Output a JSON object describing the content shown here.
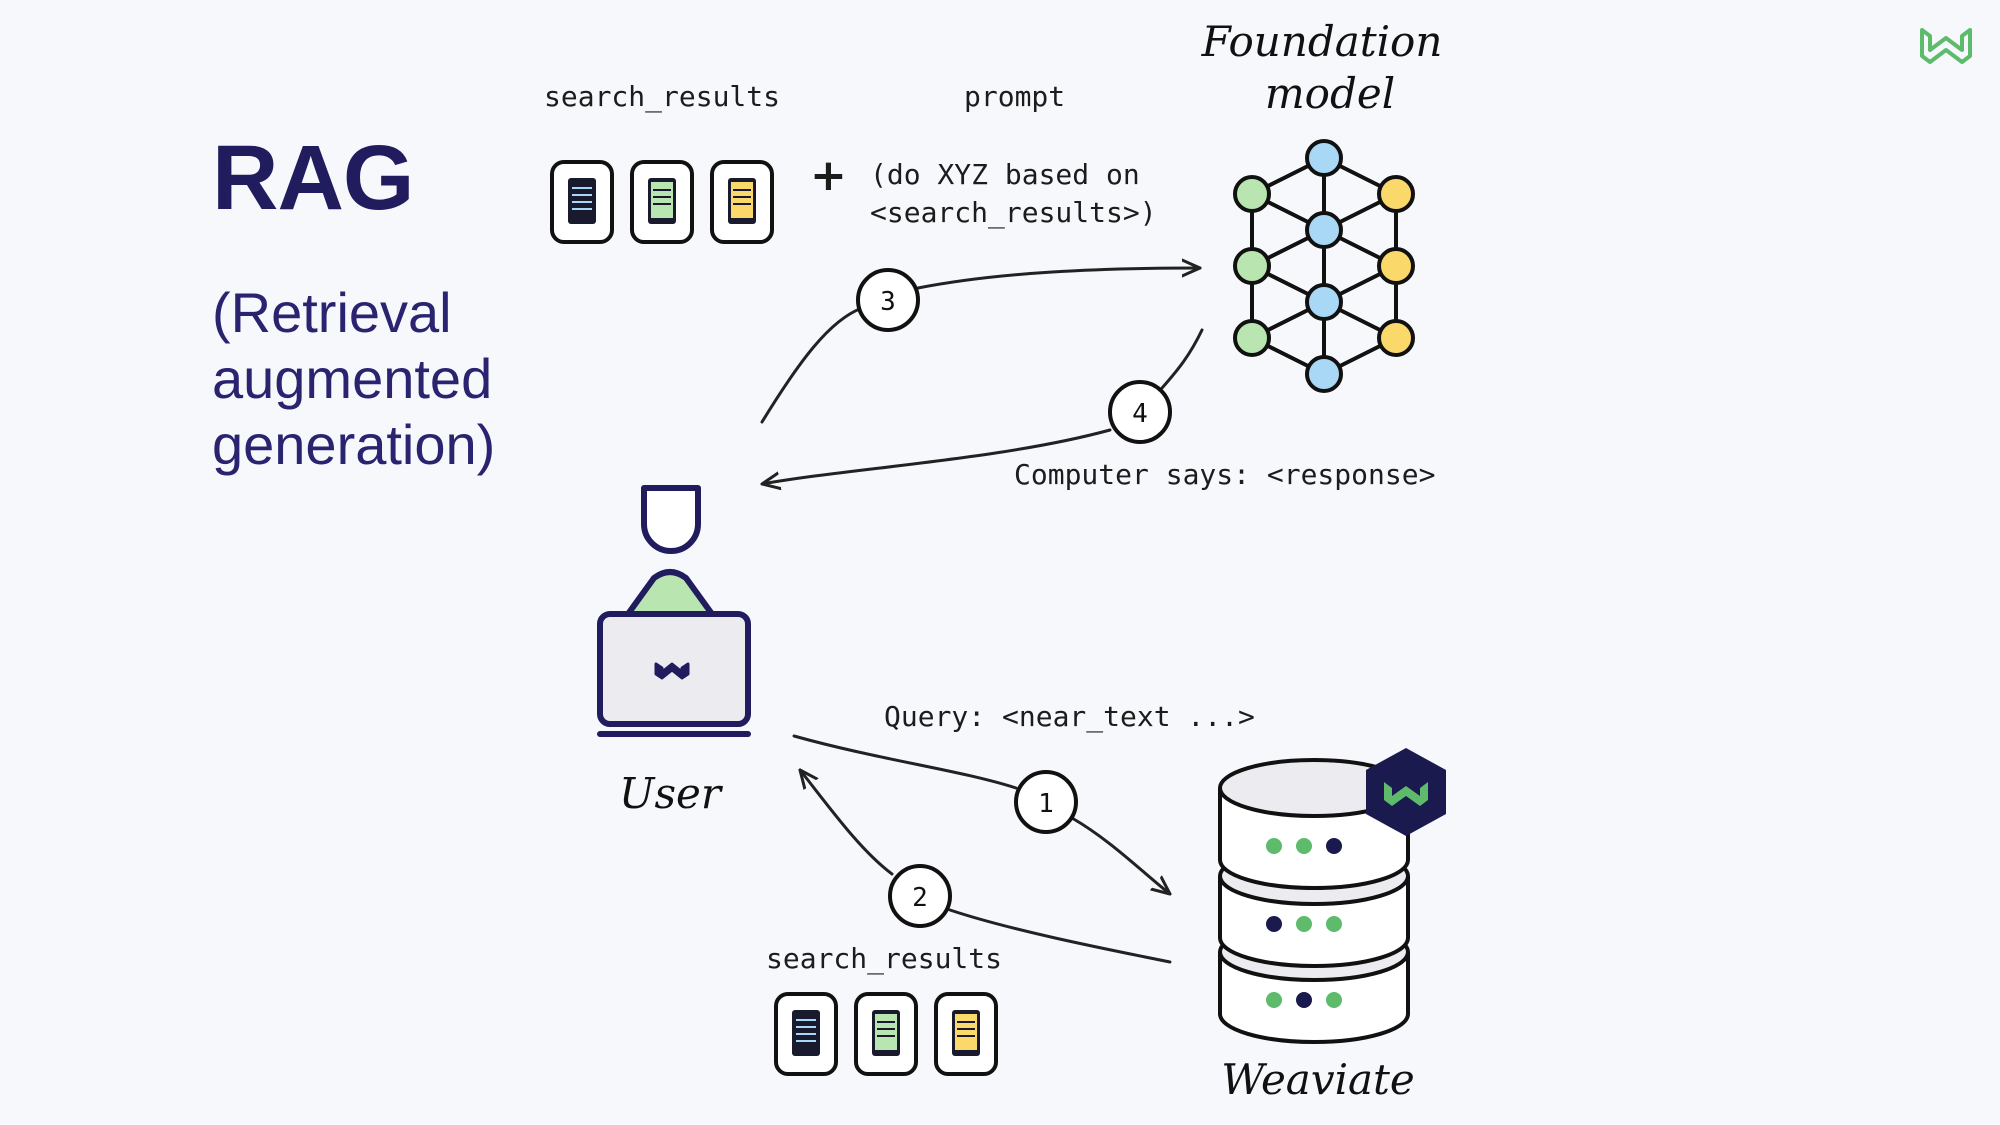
{
  "title": "RAG",
  "subtitle": "(Retrieval augmented generation)",
  "labels": {
    "search_results_top": "search_results",
    "prompt": "prompt",
    "plus": "+",
    "prompt_text_line1": "(do XYZ based on",
    "prompt_text_line2": "<search_results>)",
    "foundation_model_line1": "Foundation",
    "foundation_model_line2": "model",
    "computer_says": "Computer says: <response>",
    "user": "User",
    "query": "Query: <near_text ...>",
    "search_results_bottom": "search_results",
    "weaviate": "Weaviate"
  },
  "steps": [
    "1",
    "2",
    "3",
    "4"
  ],
  "colors": {
    "navy": "#201c5e",
    "green": "#5dbb6b",
    "light_green": "#b9e6b0",
    "blue": "#a8d8f5",
    "yellow": "#fbd86a",
    "dark_hex": "#1a1a4e",
    "gray_fill": "#ececf0"
  },
  "icons": [
    "document-icon",
    "foundation-model-graph-icon",
    "user-laptop-icon",
    "database-icon",
    "weaviate-logo-icon"
  ]
}
